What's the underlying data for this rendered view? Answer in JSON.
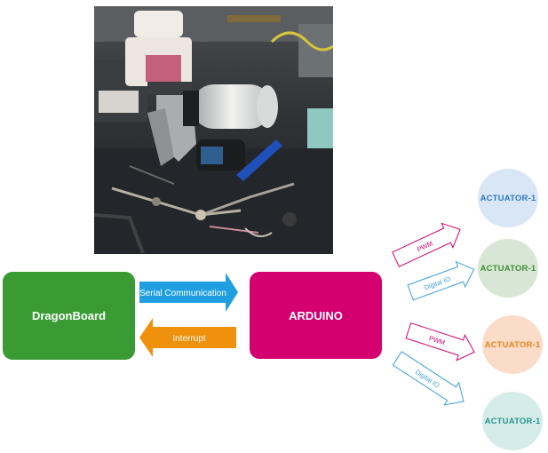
{
  "blocks": {
    "dragonboard": "DragonBoard",
    "arduino": "ARDUINO"
  },
  "links": {
    "serial": "Serial Communication",
    "interrupt": "Interrupt"
  },
  "outputs": [
    {
      "signal": "PWM",
      "actuator": "ACTUATOR-1",
      "color": "#d4006f",
      "fill": "#d9e6f6",
      "text": "#2d7ac0"
    },
    {
      "signal": "Digital IO",
      "actuator": "ACTUATOR-1",
      "color": "#3aa1d8",
      "fill": "#d8e7d5",
      "text": "#3b8e34"
    },
    {
      "signal": "PWM",
      "actuator": "ACTUATOR-1",
      "color": "#d4006f",
      "fill": "#fbdcc9",
      "text": "#e7841c"
    },
    {
      "signal": "Digital IO",
      "actuator": "ACTUATOR-1",
      "color": "#3aa1d8",
      "fill": "#d5ecea",
      "text": "#27968d"
    }
  ],
  "colors": {
    "dragonboard": "#3a9b35",
    "arduino": "#d4006f",
    "serial_arrow": "#1f9fe0",
    "interrupt_arrow": "#f0910d"
  }
}
